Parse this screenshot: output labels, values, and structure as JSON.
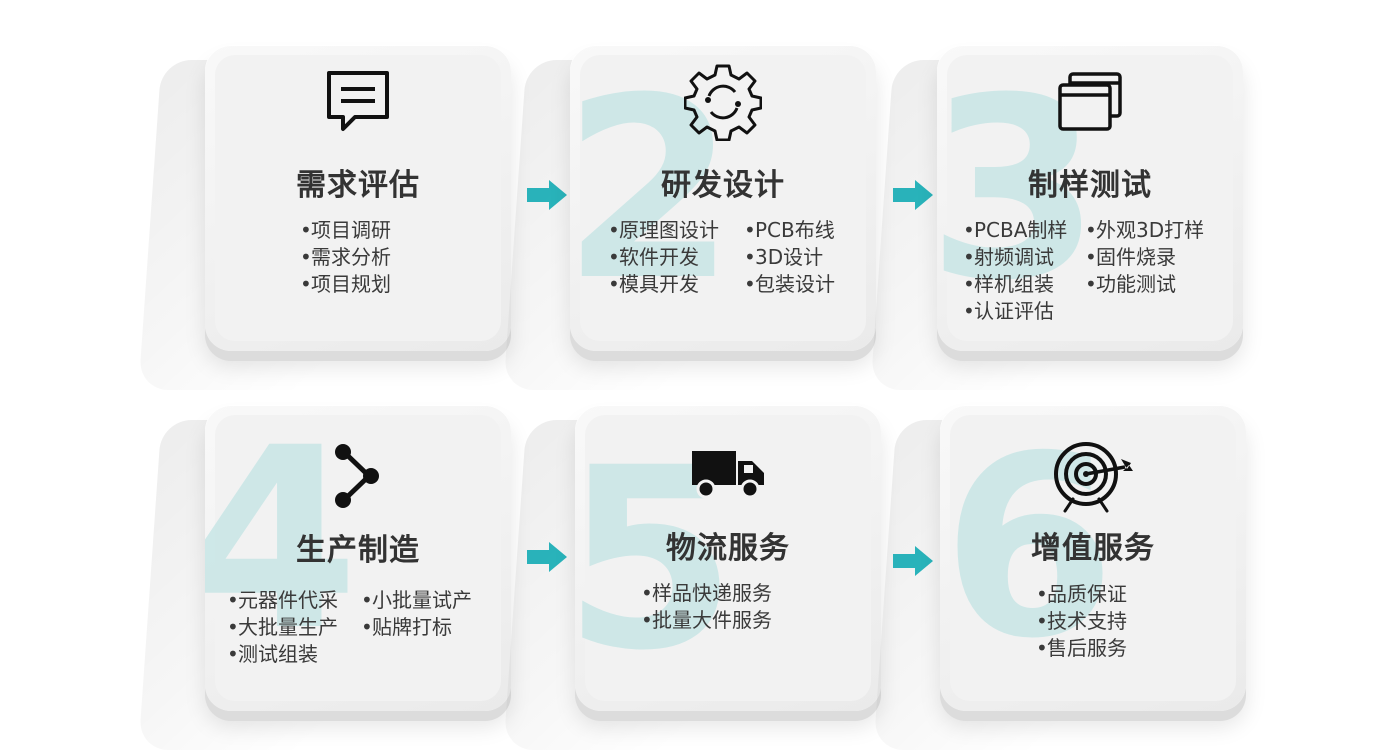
{
  "cards": [
    {
      "number": "",
      "icon": "message-icon",
      "title": "需求评估",
      "items": [
        "项目调研",
        "需求分析",
        "项目规划"
      ]
    },
    {
      "number": "2",
      "icon": "gear-icon",
      "title": "研发设计",
      "items": [
        "原理图设计",
        "PCB布线",
        "软件开发",
        "3D设计",
        "模具开发",
        "包装设计"
      ]
    },
    {
      "number": "3",
      "icon": "browser-windows-icon",
      "title": "制样测试",
      "items": [
        "PCBA制样",
        "外观3D打样",
        "射频调试",
        "固件烧录",
        "样机组装",
        "功能测试",
        "认证评估"
      ]
    },
    {
      "number": "4",
      "icon": "share-nodes-icon",
      "title": "生产制造",
      "items": [
        "元器件代采",
        "小批量试产",
        "大批量生产",
        "贴牌打标",
        "测试组装"
      ]
    },
    {
      "number": "5",
      "icon": "truck-icon",
      "title": "物流服务",
      "items": [
        "样品快递服务",
        "批量大件服务"
      ]
    },
    {
      "number": "6",
      "icon": "target-icon",
      "title": "增值服务",
      "items": [
        "品质保证",
        "技术支持",
        "售后服务"
      ]
    }
  ],
  "colors": {
    "accent": "#2bbcc4",
    "number_watermark": "#c8e6e6",
    "card": "#f2f2f2",
    "title": "#333333",
    "text": "#3a3a3a"
  }
}
